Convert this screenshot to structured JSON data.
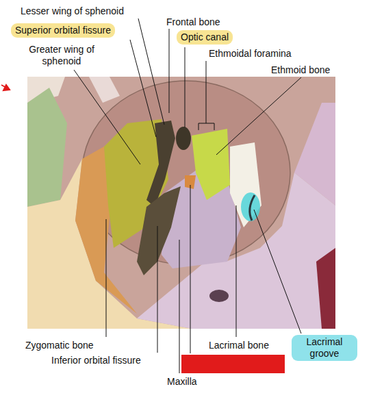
{
  "diagram": {
    "labels": [
      "Lesser wing of sphenoid",
      "Frontal bone",
      "Superior orbital fissure",
      "Optic canal",
      "Greater wing of sphenoid",
      "Ethmoidal foramina",
      "Ethmoid bone",
      "Zygomatic bone",
      "Inferior orbital fissure",
      "Lacrimal bone",
      "Lacrimal groove",
      "Maxilla"
    ]
  }
}
